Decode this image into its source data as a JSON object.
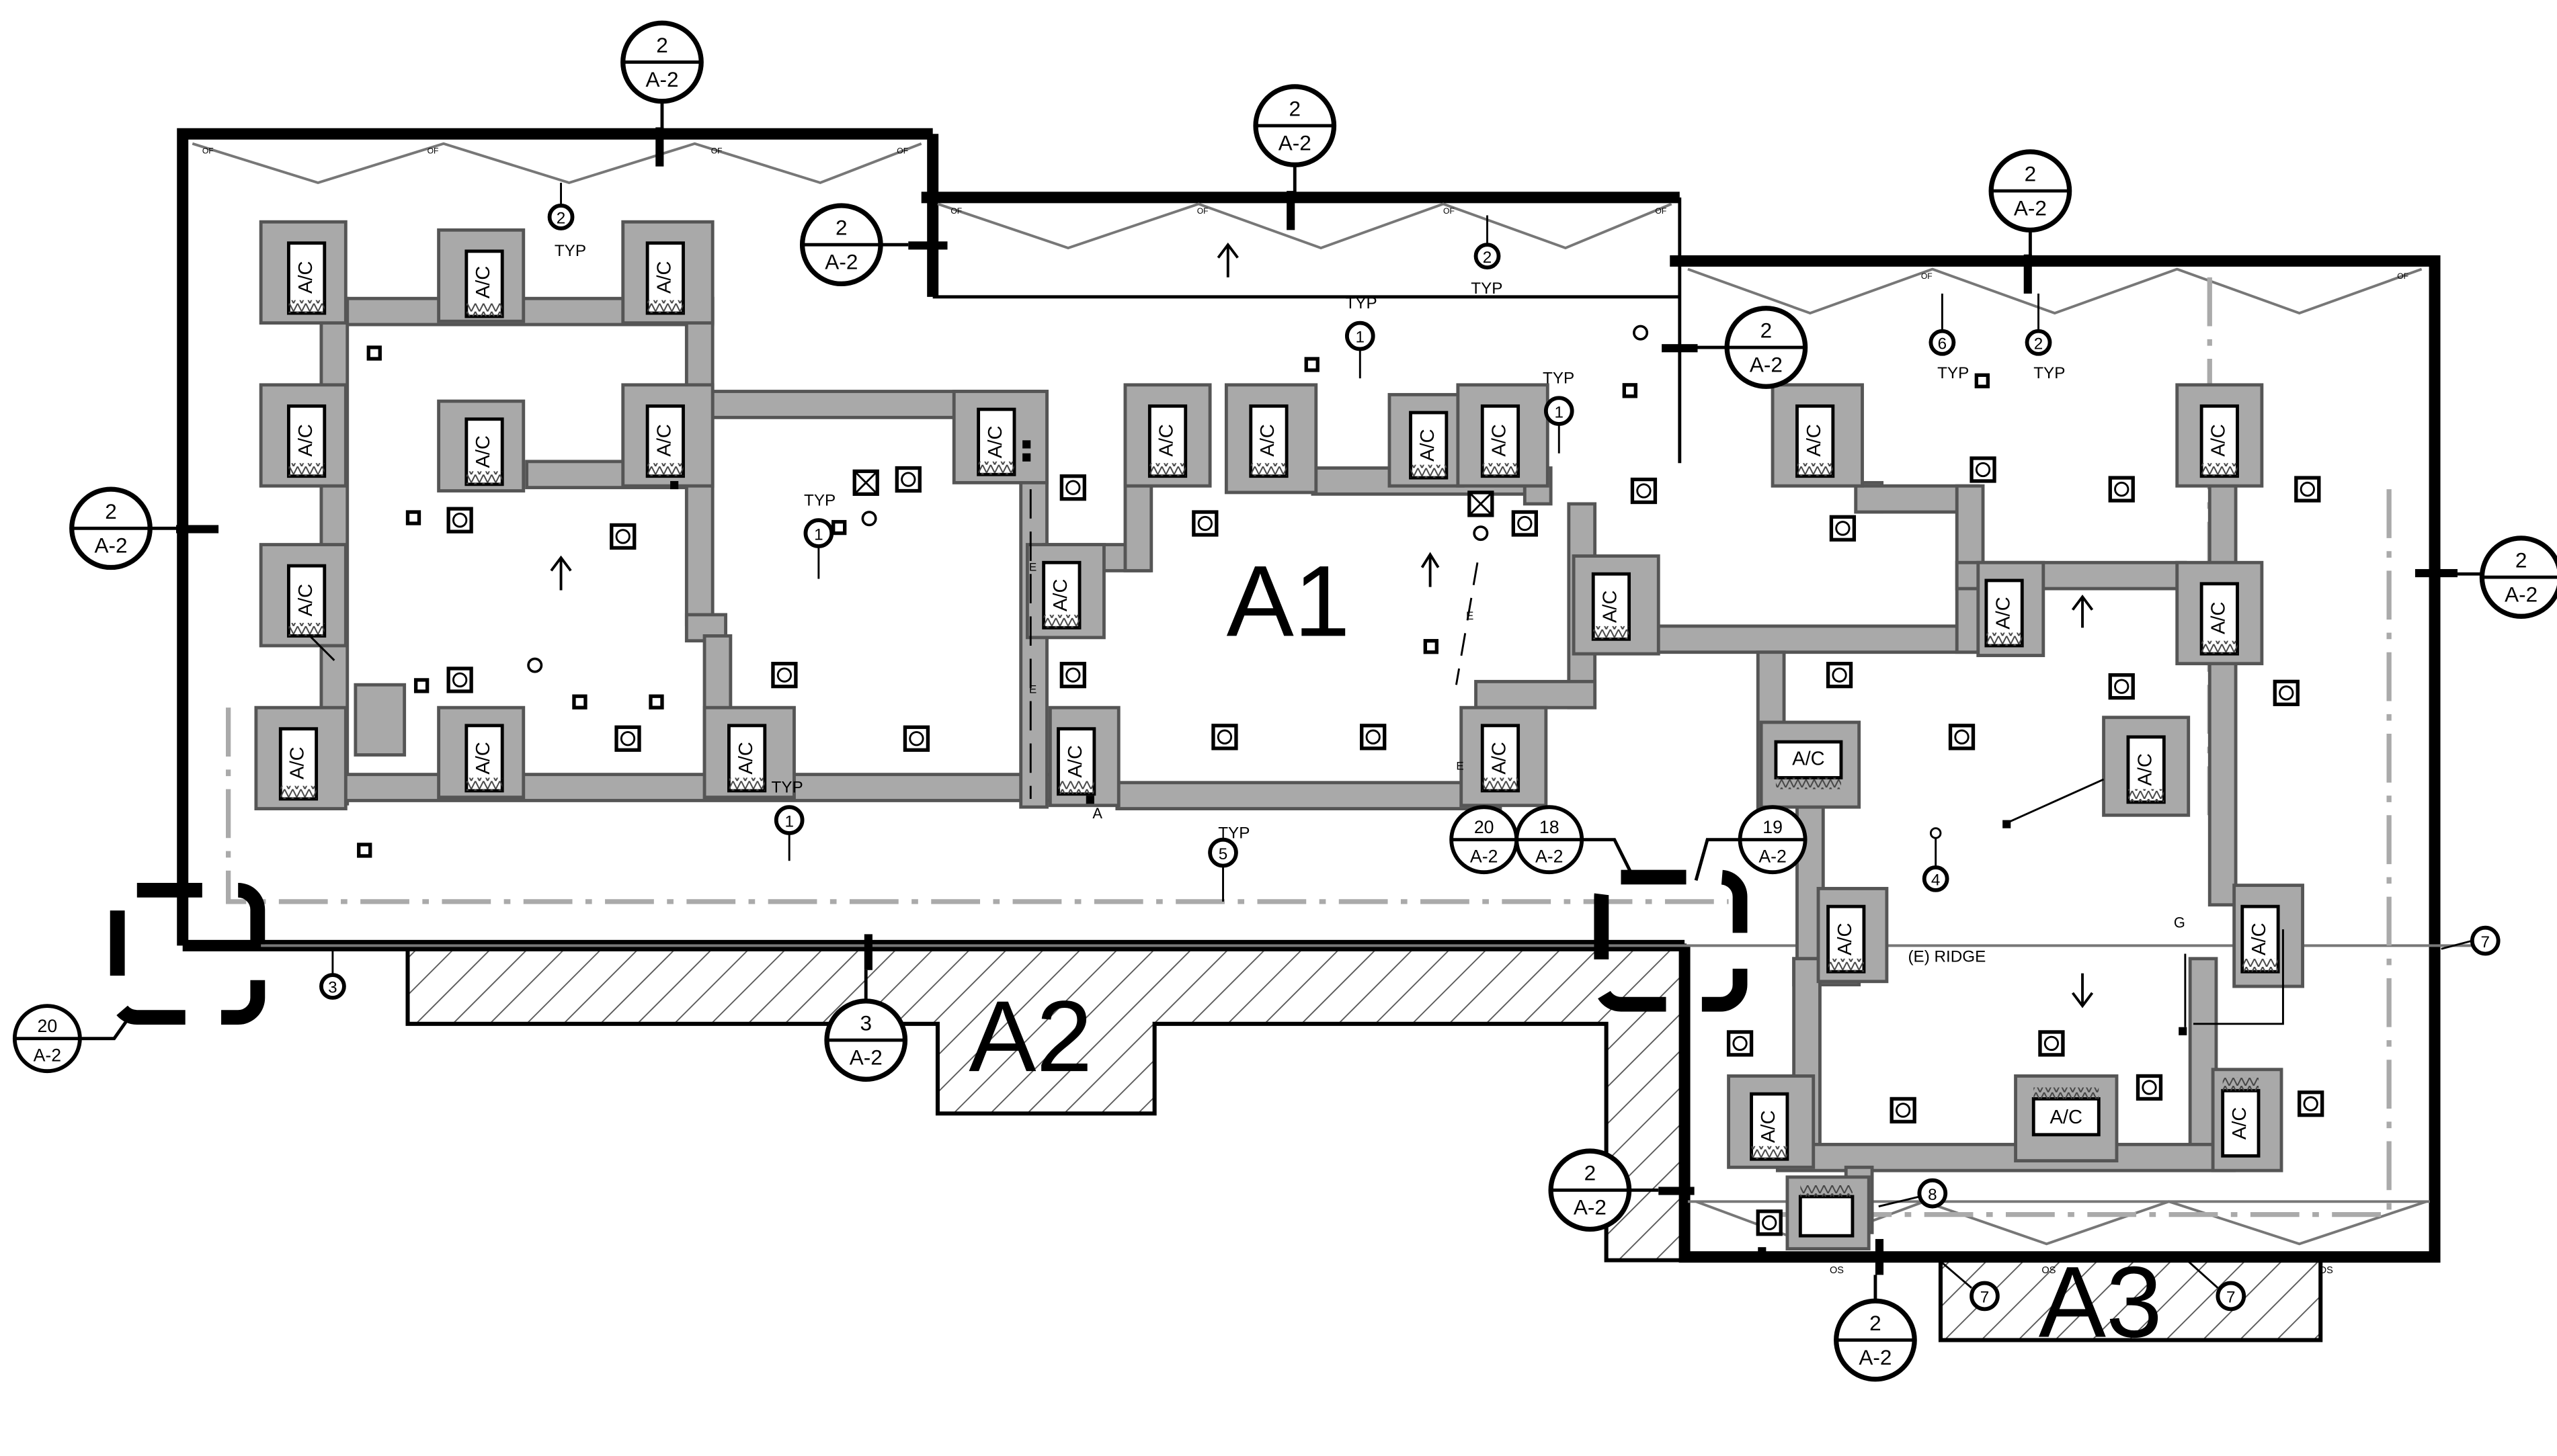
{
  "areas": {
    "a1": "A1",
    "a2": "A2",
    "a3": "A3"
  },
  "ac_label": "A/C",
  "typ_label": "TYP",
  "ridge_label": "(E) RIDGE",
  "section_refs": [
    {
      "num": "2",
      "sheet": "A-2"
    },
    {
      "num": "2",
      "sheet": "A-2"
    },
    {
      "num": "2",
      "sheet": "A-2"
    },
    {
      "num": "2",
      "sheet": "A-2"
    },
    {
      "num": "2",
      "sheet": "A-2"
    },
    {
      "num": "2",
      "sheet": "A-2"
    },
    {
      "num": "2",
      "sheet": "A-2"
    },
    {
      "num": "2",
      "sheet": "A-2"
    },
    {
      "num": "3",
      "sheet": "A-2"
    },
    {
      "num": "20",
      "sheet": "A-2"
    },
    {
      "num": "20",
      "sheet": "A-2"
    },
    {
      "num": "18",
      "sheet": "A-2"
    },
    {
      "num": "19",
      "sheet": "A-2"
    }
  ],
  "keynotes": [
    "1",
    "1",
    "1",
    "1",
    "2",
    "2",
    "2",
    "3",
    "4",
    "5",
    "6",
    "7",
    "7",
    "7",
    "8"
  ],
  "minor_labels": {
    "a": "A",
    "g": "G",
    "e": "E",
    "of": "OF",
    "os": "OS"
  },
  "colors": {
    "wall_fill": "#a9a9a9",
    "line": "#000000",
    "hatch": "#555555",
    "centerline": "#aaaaaa"
  }
}
